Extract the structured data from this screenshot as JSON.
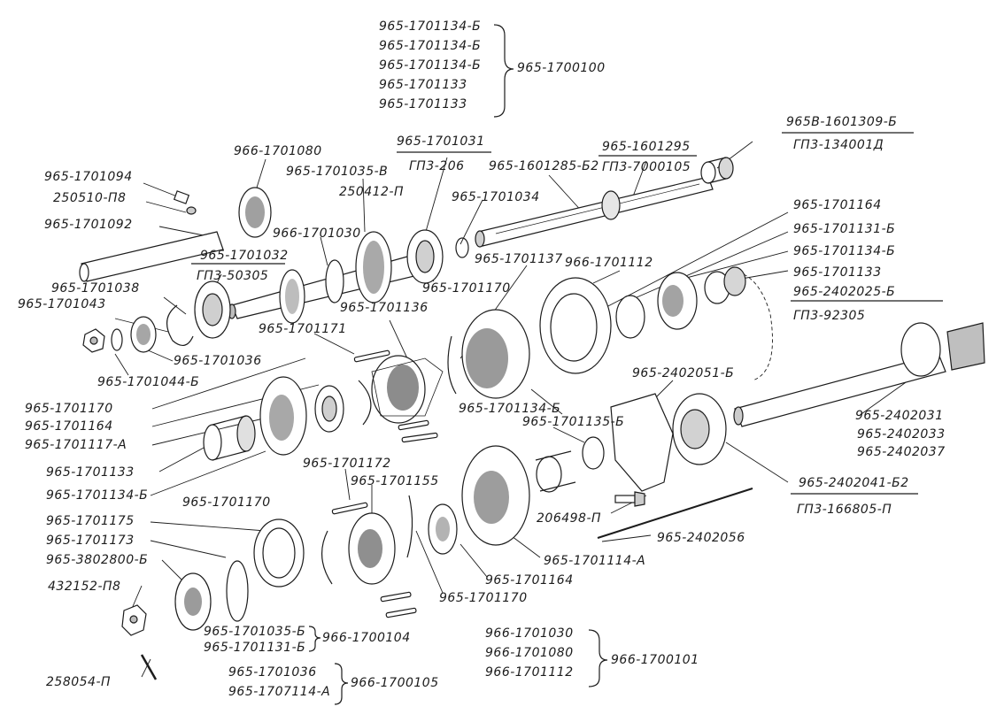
{
  "labels": {
    "l1": "965-1701134-Б",
    "l2": "965-1701134-Б",
    "l3": "965-1701134-Б",
    "l4": "965-1701133",
    "l5": "965-1701133",
    "l6": "965-1700100",
    "l7": "965В-1601309-Б",
    "l8": "ГП3-134001Д",
    "l9": "965-1601295",
    "l10": "ГП3-7000105",
    "l11": "965-1701031",
    "l12": "ГП3-206",
    "l13": "965-1601285-Б2",
    "l14": "966-1701080",
    "l15": "965-1701035-В",
    "l16": "250412-П",
    "l17": "965-1701034",
    "l18": "965-1701094",
    "l19": "250510-П8",
    "l20": "965-1701092",
    "l21": "966-1701030",
    "l22": "965-1701032",
    "l23": "ГП3-50305",
    "l24": "965-1701137",
    "l25": "966-1701112",
    "l26": "965-1701164",
    "l27": "965-1701131-Б",
    "l28": "965-1701134-Б",
    "l29": "965-1701133",
    "l30": "965-2402025-Б",
    "l31": "ГП3-92305",
    "l32": "965-1701038",
    "l33": "965-1701043",
    "l34": "965-1701170",
    "l35": "965-1701136",
    "l36": "965-1701171",
    "l37": "965-1701036",
    "l38": "965-1701044-Б",
    "l39": "965-1701170",
    "l40": "965-1701164",
    "l41": "965-1701117-А",
    "l42": "965-1701134-Б",
    "l43": "965-1701135-Б",
    "l44": "965-2402051-Б",
    "l45": "965-2402031",
    "l46": "965-2402033",
    "l47": "965-2402037",
    "l48": "965-1701133",
    "l49": "965-1701134-Б",
    "l50": "965-1701172",
    "l51": "965-1701155",
    "l52": "965-1701170",
    "l53": "965-2402041-Б2",
    "l54": "ГП3-166805-П",
    "l55": "965-1701175",
    "l56": "206498-П",
    "l57": "965-2402056",
    "l58": "965-1701173",
    "l59": "965-1701114-А",
    "l60": "965-3802800-Б",
    "l61": "965-1701164",
    "l62": "432152-П8",
    "l63": "965-1701170",
    "l64": "965-1701035-Б",
    "l65": "965-1701131-Б",
    "l66": "966-1700104",
    "l67": "966-1701030",
    "l68": "966-1701080",
    "l69": "966-1701112",
    "l70": "966-1700101",
    "l71": "965-1701036",
    "l72": "965-1707114-А",
    "l73": "966-1700105",
    "l74": "258054-П"
  },
  "colors": {
    "ink": "#1c1c1c",
    "paper": "#ffffff",
    "shade": "#7a7a7a"
  }
}
